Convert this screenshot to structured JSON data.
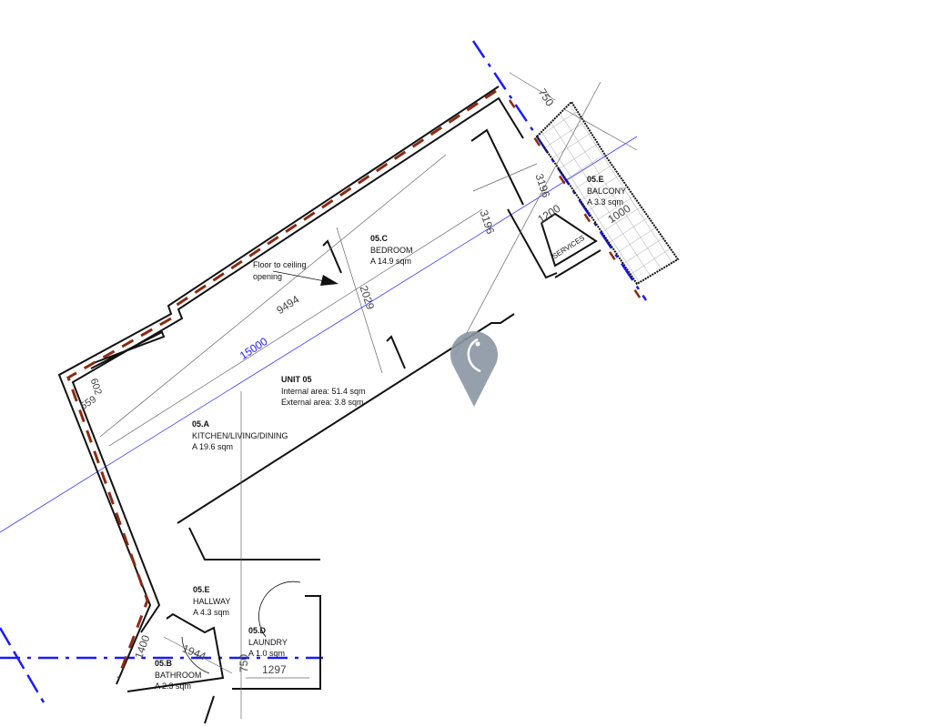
{
  "colors": {
    "wall": "#111111",
    "fire_wall": "#8b2a12",
    "boundary": "#1a1aff",
    "dimension": "#555555",
    "pin": "#8a96a3"
  },
  "unit": {
    "title": "UNIT 05",
    "internal": "Internal area: 51.4 sqm",
    "external": "External area: 3.8 sqm"
  },
  "rooms": [
    {
      "code": "05.C",
      "name": "BEDROOM",
      "area": "A 14.9 sqm"
    },
    {
      "code": "05.A",
      "name": "KITCHEN/LIVING/DINING",
      "area": "A 19.6 sqm"
    },
    {
      "code": "05.E",
      "name": "BALCONY",
      "area": "A 3.3 sqm"
    },
    {
      "code": "05.E",
      "name": "HALLWAY",
      "area": "A 4.3 sqm"
    },
    {
      "code": "05.D",
      "name": "LAUNDRY",
      "area": "A 1.0 sqm"
    },
    {
      "code": "05.B",
      "name": "BATHROOM",
      "area": "A 2.3 sqm"
    }
  ],
  "annotations": {
    "opening_line1": "Floor to ceiling",
    "opening_line2": "opening",
    "services": "SERVICES"
  },
  "dimensions": {
    "overall": "15000",
    "d9494": "9494",
    "d2029": "2029",
    "d3196a": "3196",
    "d3196b": "3196",
    "d1200": "1200",
    "d750_top": "750",
    "d1000": "1000",
    "d602": "602",
    "d559": "559",
    "d1400": "1400",
    "d1944": "1944",
    "d750_bottom": "750",
    "d1297": "1297"
  },
  "map_pin_icon": "location-pin-icon"
}
